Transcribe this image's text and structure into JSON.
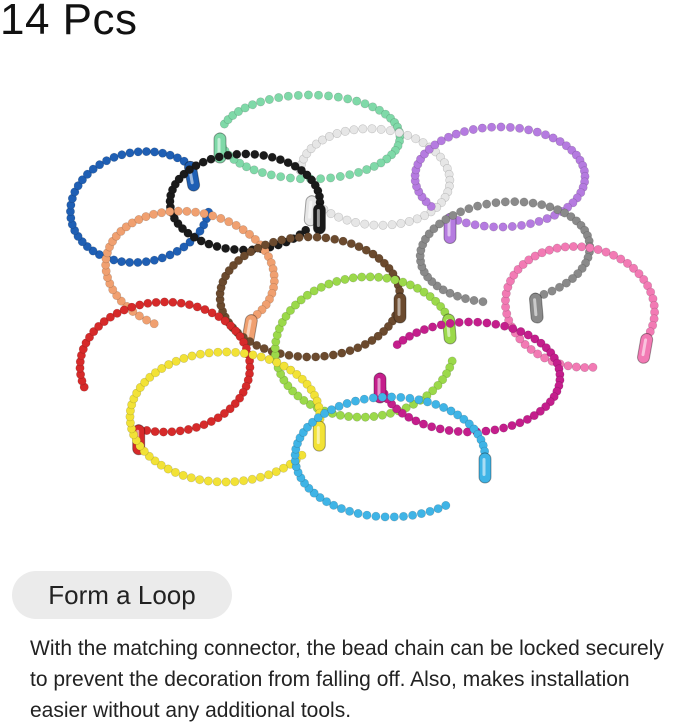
{
  "header": {
    "count": "14 Pcs"
  },
  "feature": {
    "title": "Form a Loop",
    "description": "With the matching connector, the bead chain can be locked securely to prevent the decoration from falling off. Also, makes installation easier without any additional tools."
  },
  "chain_colors": [
    "#1f5fb4",
    "#7fd9a8",
    "#e6e6e6",
    "#b57be0",
    "#1a1a1a",
    "#f0a070",
    "#6b4a2e",
    "#8a8a8a",
    "#f27ab4",
    "#d62a2a",
    "#9bd94a",
    "#c41e8c",
    "#f2e236",
    "#3fb4e6"
  ]
}
